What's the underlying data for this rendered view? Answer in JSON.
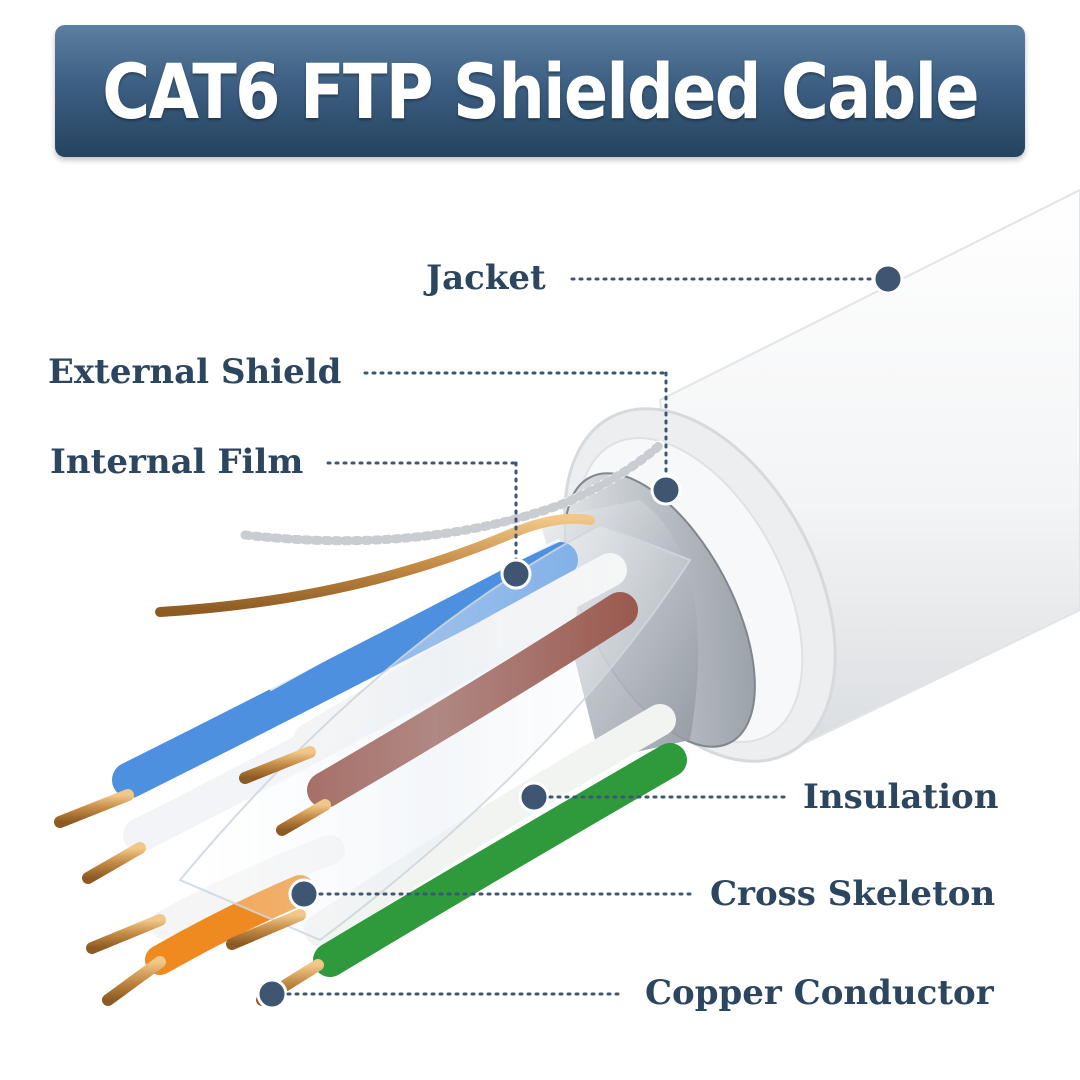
{
  "title": "CAT6 FTP Shielded Cable",
  "colors": {
    "banner": "#3d5f82",
    "label_text": "#2d4660",
    "callout_dot": "#3e5671",
    "jacket": "#f4f5f6",
    "foil": "#c9ced3",
    "drain_wire": "#d9a45a",
    "copper": "#c8904a",
    "pair_blue": "#4d90e0",
    "pair_brown": "#7a2416",
    "pair_green": "#2f9a3c",
    "pair_orange": "#ee8a1f"
  },
  "labels": {
    "jacket": "Jacket",
    "external_shield": "External Shield",
    "internal_film": "Internal Film",
    "insulation": "Insulation",
    "cross_skeleton": "Cross Skeleton",
    "copper_conductor": "Copper Conductor"
  }
}
